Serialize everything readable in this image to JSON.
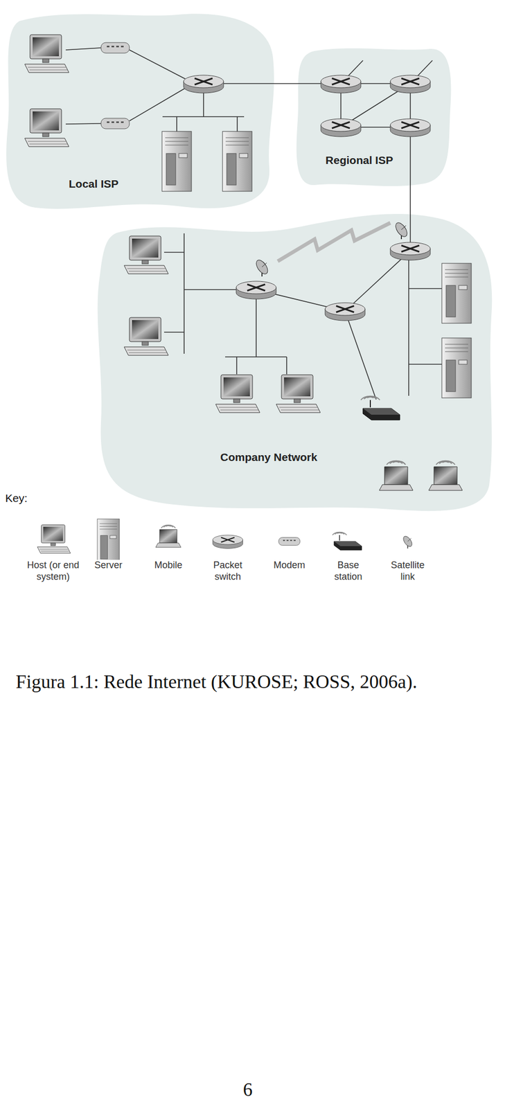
{
  "diagram": {
    "caption": "Figura 1.1: Rede Internet (KUROSE; ROSS, 2006a).",
    "nodes": [
      {
        "text": [
          "Local ISP"
        ]
      },
      {
        "text": [
          "Regional ISP"
        ]
      },
      {
        "text": [
          "Company Network"
        ]
      }
    ],
    "edges": [
      {
        "from": 0,
        "to": 1,
        "arrow": "none"
      },
      {
        "from": 1,
        "to": 2,
        "arrow": "none"
      }
    ],
    "labels": [
      "Key:",
      "6"
    ],
    "legend": [
      {
        "text": "Host (or end system)"
      },
      {
        "text": "Server"
      },
      {
        "text": "Mobile"
      },
      {
        "text": "Packet switch"
      },
      {
        "text": "Modem"
      },
      {
        "text": "Base station"
      },
      {
        "text": "Satellite link"
      }
    ]
  }
}
